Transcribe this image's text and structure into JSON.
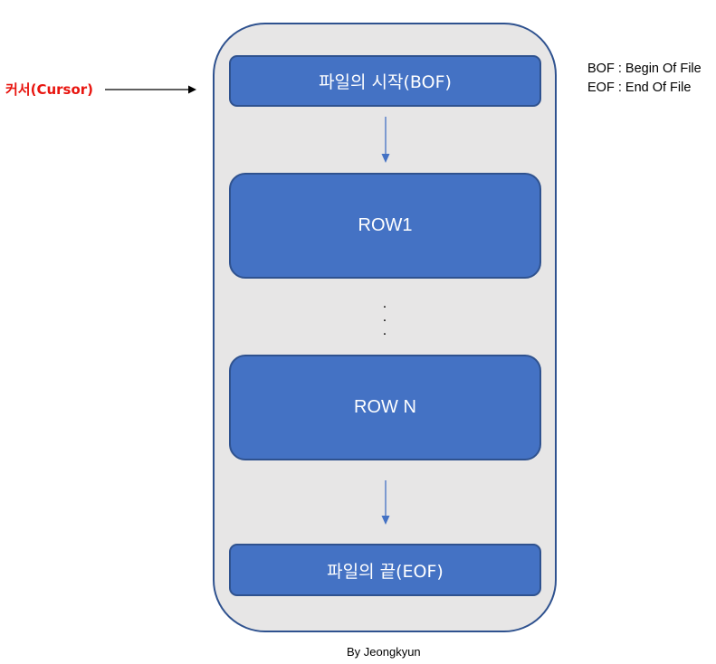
{
  "cursor_label": "커서(Cursor)",
  "blocks": {
    "bof": "파일의 시작(BOF)",
    "row1": "ROW1",
    "rown": "ROW N",
    "eof": "파일의 끝(EOF)"
  },
  "ellipsis": [
    ".",
    ".",
    "."
  ],
  "legend": {
    "bof": "BOF : Begin Of File",
    "eof": "EOF : End Of File"
  },
  "footer": "By Jeongkyun",
  "colors": {
    "block_fill": "#4472c4",
    "block_border": "#2f528f",
    "container_fill": "#e7e6e6",
    "cursor_label": "#e8150f"
  }
}
